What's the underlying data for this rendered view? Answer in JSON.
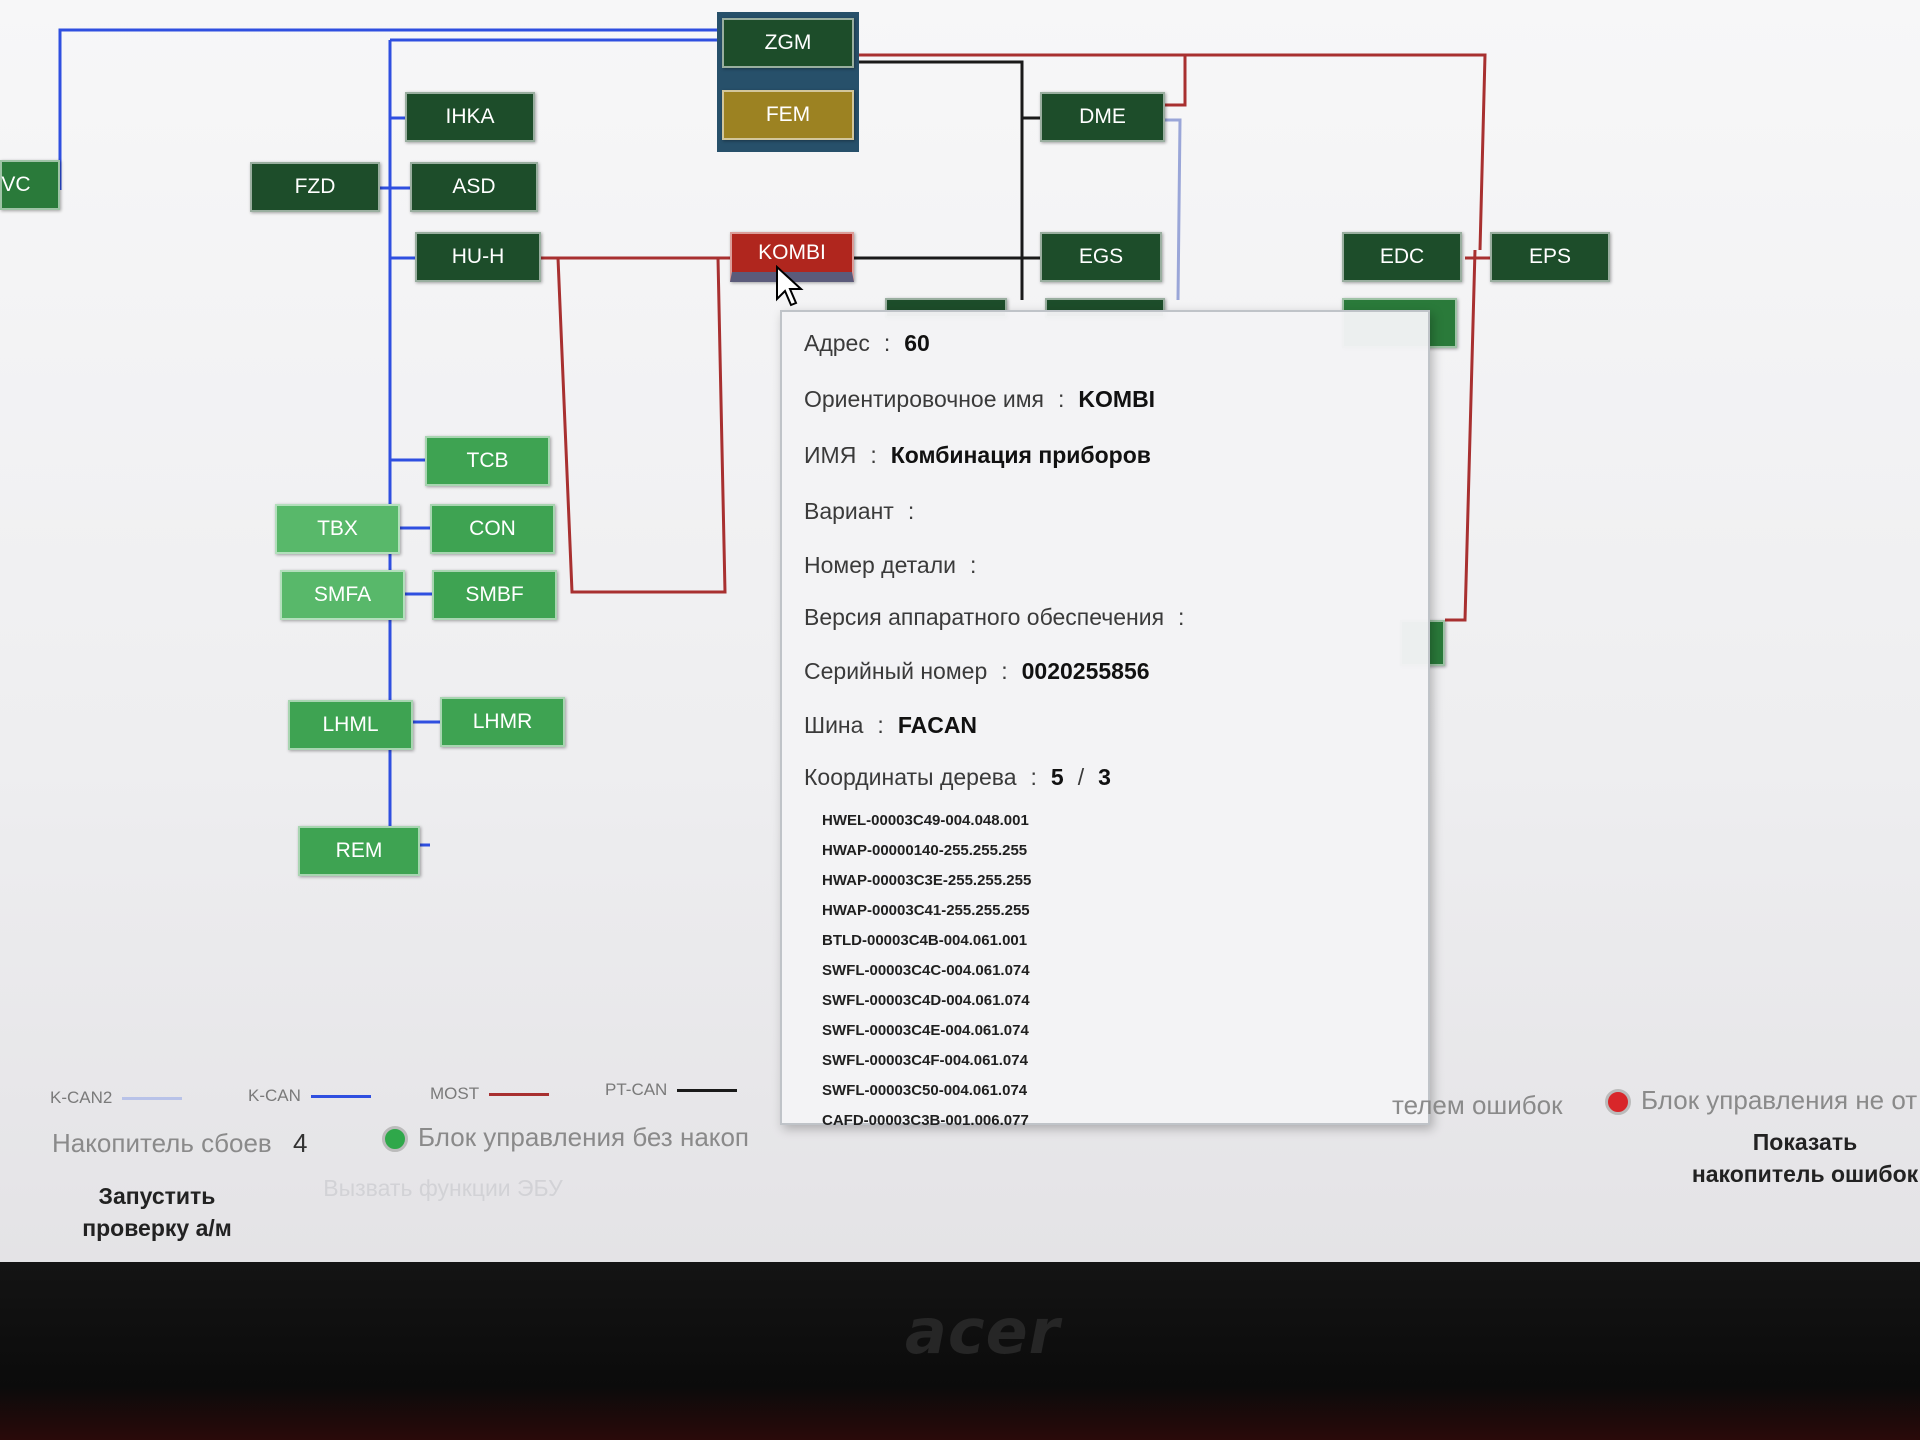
{
  "nodes": {
    "vc": "VC",
    "zgm": "ZGM",
    "fem": "FEM",
    "ihka": "IHKA",
    "fzd": "FZD",
    "asd": "ASD",
    "huh": "HU-H",
    "kombi": "KOMBI",
    "dme": "DME",
    "egs": "EGS",
    "edc": "EDC",
    "eps": "EPS",
    "tcb": "TCB",
    "tbx": "TBX",
    "con": "CON",
    "smfa": "SMFA",
    "smbf": "SMBF",
    "lhml": "LHML",
    "lhmr": "LHMR",
    "rem": "REM"
  },
  "popup": {
    "address_label": "Адрес",
    "address_value": "60",
    "orient_label": "Ориентировочное имя",
    "orient_value": "KOMBI",
    "name_label": "ИМЯ",
    "name_value": "Комбинация приборов",
    "variant_label": "Вариант",
    "part_label": "Номер детали",
    "hw_label": "Версия аппаратного обеспечения",
    "serial_label": "Серийный номер",
    "serial_value": "0020255856",
    "bus_label": "Шина",
    "bus_value": "FACAN",
    "coords_label": "Координаты дерева",
    "coords_x": "5",
    "coords_slash": "/",
    "coords_y": "3",
    "sw_list": [
      "HWEL-00003C49-004.048.001",
      "HWAP-00000140-255.255.255",
      "HWAP-00003C3E-255.255.255",
      "HWAP-00003C41-255.255.255",
      "BTLD-00003C4B-004.061.001",
      "SWFL-00003C4C-004.061.074",
      "SWFL-00003C4D-004.061.074",
      "SWFL-00003C4E-004.061.074",
      "SWFL-00003C4F-004.061.074",
      "SWFL-00003C50-004.061.074",
      "CAFD-00003C3B-001.006.077"
    ]
  },
  "legend": {
    "kcan2": "K-CAN2",
    "kcan": "K-CAN",
    "most": "MOST",
    "ptcan": "PT-CAN"
  },
  "status": {
    "fault_label": "Накопитель сбоев",
    "fault_count": "4",
    "no_mem_label": "Блок управления без накоп",
    "mem_tail": "телем ошибок",
    "not_resp_label": "Блок управления не от"
  },
  "buttons": {
    "start_check": "Запустить проверку а/м",
    "call_func": "Вызвать функции ЭБУ",
    "show_fault_mem": "Показать накопитель ошибок"
  },
  "brand": "acer",
  "colors": {
    "kcan2": "#b8c2e8",
    "kcan": "#2f4fe0",
    "most": "#a83030",
    "ptcan": "#1a1a1a"
  }
}
